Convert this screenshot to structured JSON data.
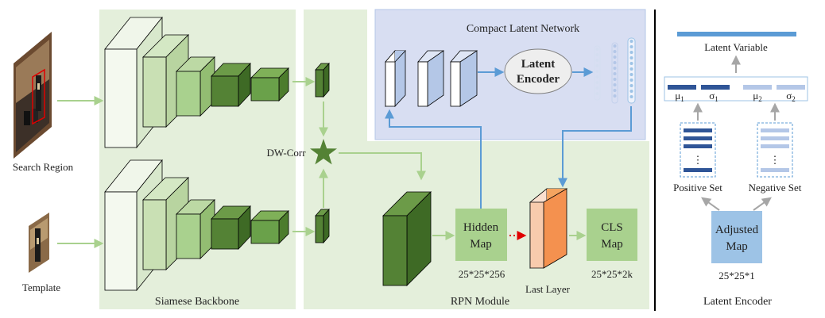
{
  "inputs": {
    "search_label": "Search Region",
    "template_label": "Template"
  },
  "backbone": {
    "title": "Siamese Backbone"
  },
  "dw_corr": {
    "label": "DW-Corr"
  },
  "rpn": {
    "title": "RPN Module",
    "hidden_map_line1": "Hidden",
    "hidden_map_line2": "Map",
    "hidden_dims": "25*25*256",
    "last_layer": "Last Layer",
    "cls_map_line1": "CLS",
    "cls_map_line2": "Map",
    "cls_dims": "25*25*2k"
  },
  "compact": {
    "title": "Compact Latent Network",
    "encoder_line1": "Latent",
    "encoder_line2": "Encoder"
  },
  "latent_panel": {
    "latent_variable": "Latent Variable",
    "mu1": "μ",
    "mu1_sub": "1",
    "sigma1": "σ",
    "sigma1_sub": "1",
    "mu2": "μ",
    "mu2_sub": "2",
    "sigma2": "σ",
    "sigma2_sub": "2",
    "dots": "⋮",
    "positive_set": "Positive Set",
    "negative_set": "Negative Set",
    "adjusted_line1": "Adjusted",
    "adjusted_line2": "Map",
    "adjusted_dims": "25*25*1",
    "title": "Latent Encoder"
  },
  "colors": {
    "panel_green": "#e4efdb",
    "panel_blue": "#d8def2",
    "arrow_green": "#a9d18e",
    "arrow_blue": "#5b9bd5",
    "dark_green": "#548235",
    "mid_green": "#a9d18e",
    "light_green": "#e2efda",
    "orange": "#f4a460",
    "adjusted_blue": "#9dc3e6",
    "navy": "#2f5597",
    "light_navy": "#b4c7e7"
  }
}
